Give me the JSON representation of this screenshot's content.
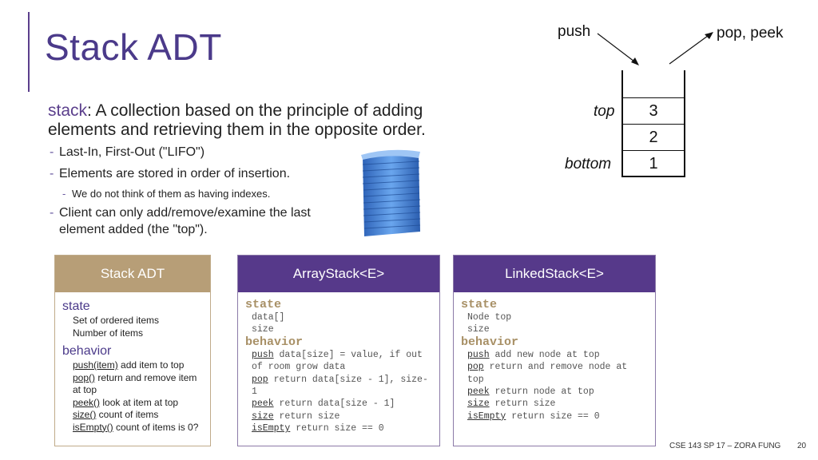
{
  "title": "Stack ADT",
  "intro": {
    "term": "stack",
    "definition": ": A collection based on the principle of adding elements and retrieving them in the opposite order."
  },
  "bullets": [
    "Last-In, First-Out (\"LIFO\")",
    "Elements are stored in order of insertion.",
    "We do not think of them as having indexes.",
    "Client can only add/remove/examine the last element added (the \"top\")."
  ],
  "diagram": {
    "push_label": "push",
    "pop_peek_label": "pop, peek",
    "top_label": "top",
    "bottom_label": "bottom",
    "cells": [
      "3",
      "2",
      "1"
    ]
  },
  "adt_card": {
    "title": "Stack ADT",
    "state_heading": "state",
    "state_items": [
      "Set of ordered items",
      "Number of items"
    ],
    "behavior_heading": "behavior",
    "behaviors": [
      {
        "method": "push(item)",
        "desc": " add item to top"
      },
      {
        "method": "pop()",
        "desc": " return and remove item at top"
      },
      {
        "method": "peek()",
        "desc": " look at item at top"
      },
      {
        "method": "size()",
        "desc": " count of items"
      },
      {
        "method": "isEmpty()",
        "desc": " count of items is 0?"
      }
    ]
  },
  "array_card": {
    "title": "ArrayStack<E>",
    "state_heading": "state",
    "state_items": [
      "data[]",
      "size"
    ],
    "behavior_heading": "behavior",
    "behaviors": [
      {
        "method": "push",
        "desc": " data[size] = value, if out of room grow data"
      },
      {
        "method": "pop",
        "desc": " return data[size - 1], size-1"
      },
      {
        "method": "peek",
        "desc": " return data[size - 1]"
      },
      {
        "method": "size",
        "desc": " return size"
      },
      {
        "method": "isEmpty",
        "desc": " return size == 0"
      }
    ]
  },
  "linked_card": {
    "title": "LinkedStack<E>",
    "state_heading": "state",
    "state_items": [
      "Node top",
      "size"
    ],
    "behavior_heading": "behavior",
    "behaviors": [
      {
        "method": "push",
        "desc": " add new node at top"
      },
      {
        "method": "pop",
        "desc": " return and remove node at top"
      },
      {
        "method": "peek",
        "desc": " return node at top"
      },
      {
        "method": "size",
        "desc": " return size"
      },
      {
        "method": "isEmpty",
        "desc": " return size == 0"
      }
    ]
  },
  "footer": {
    "course": "CSE 143 SP 17 – ZORA FUNG",
    "page": "20"
  },
  "colors": {
    "accent": "#5b3f8c",
    "title": "#4b3a8a",
    "adt_header": "#b79e77",
    "impl_header": "#56398a",
    "mono_heading": "#a89066",
    "tray_blue": "#3d7fd6"
  }
}
